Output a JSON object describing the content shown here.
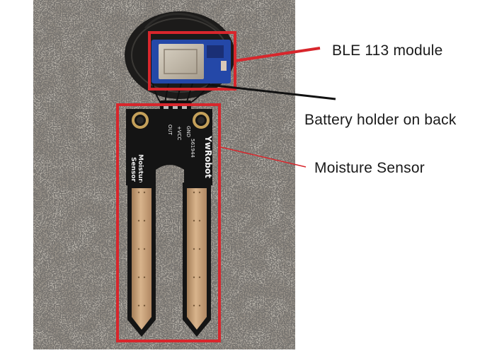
{
  "labels": {
    "ble_module": "BLE 113 module",
    "battery_holder": "Battery holder on back",
    "moisture_sensor": "Moisture Sensor"
  },
  "pcb": {
    "brand": "YwRobot",
    "title_line1": "Moisture",
    "title_line2": "Sensor",
    "part_number": "561944",
    "pin_out": "OUT",
    "pin_vcc": "+VCC",
    "pin_gnd": "GND"
  },
  "colors": {
    "highlight_red": "#d8262c",
    "leader_black": "#111111",
    "pcb_black": "#141414",
    "electrode_gold": "#c9a27a",
    "ble_blue": "#2448a8"
  }
}
